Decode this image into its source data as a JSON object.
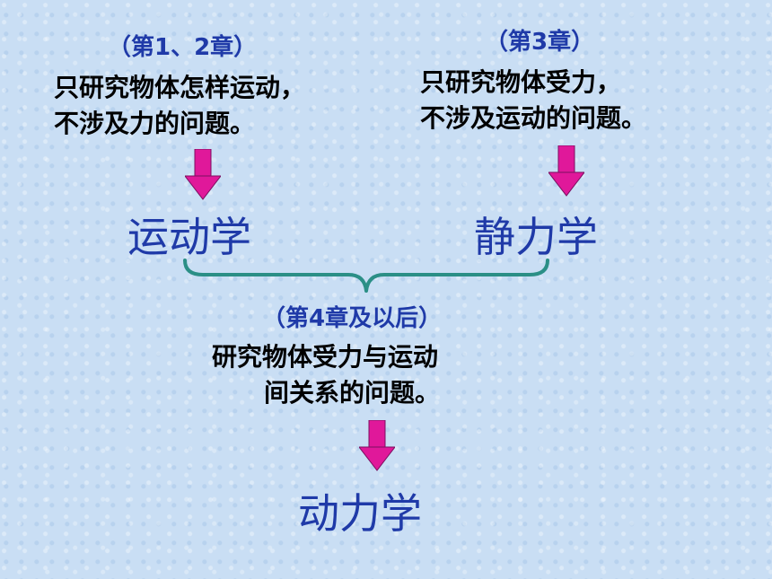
{
  "left": {
    "chapter": "（第1、2章）",
    "desc_line1": "只研究物体怎样运动，",
    "desc_line2": "不涉及力的问题。",
    "subject": "运动学"
  },
  "right": {
    "chapter": "（第3章）",
    "desc_line1": "只研究物体受力，",
    "desc_line2": "不涉及运动的问题。",
    "subject": "静力学"
  },
  "bottom": {
    "chapter": "（第4章及以后）",
    "desc_line1": "研究物体受力与运动",
    "desc_line2": "间关系的问题。",
    "subject": "动力学"
  },
  "colors": {
    "background": "#c9def4",
    "heading": "#1f3aa8",
    "arrow": "#e0189a",
    "brace": "#2b8f86"
  }
}
